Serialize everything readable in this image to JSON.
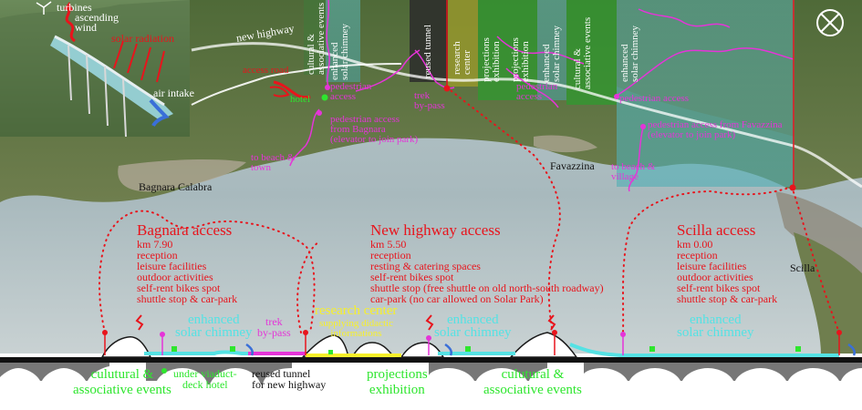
{
  "inset_labels": {
    "turbines": "turbines",
    "ascending_wind": "ascending wind",
    "solar_radiation": "solar radiation",
    "air_intake": "air intake"
  },
  "map_labels": {
    "new_highway": "new highway",
    "access_road": "access road",
    "hotel": "hotel",
    "pedestrian_access_1": "pedestrian\naccess",
    "pedestrian_access_bagnara": "pedestrian access\nfrom Bagnara\n(elevator to join park)",
    "to_beach_town": "to beach &\ntown",
    "trek_bypass": "trek\nby-pass",
    "pedestrian_access_2": "pedestrian\naccess",
    "pedestrian_access_3": "pedestrian access",
    "pedestrian_access_favazzina": "pedestrian access from Favazzina\n(elevator to join park)",
    "to_beach_village": "to beach &\nvillage",
    "bagnara_calabra": "Bagnara Calabra",
    "favazzina": "Favazzina",
    "scilla": "Scilla"
  },
  "zones": [
    "cultural &\nassociative events",
    "enhanced\nsolar chimney",
    "reused tunnel",
    "research\ncenter",
    "projections\nexhibition",
    "projections\nexhibition",
    "enhanced\nsolar chimney",
    "cultural &\nassociative events",
    "enhanced\nsolar chimney"
  ],
  "accesses": {
    "bagnara": {
      "title": "Bagnara access",
      "items": [
        "km 7.90",
        "reception",
        "leisure facilities",
        "outdoor activities",
        "self-rent bikes spot",
        "shuttle stop & car-park"
      ]
    },
    "highway": {
      "title": "New highway access",
      "items": [
        "km 5.50",
        "reception",
        "resting & catering spaces",
        "self-rent bikes spot",
        "shuttle stop (free shuttle on old north-south roadway)",
        "car-park (no car allowed on Solar Park)"
      ]
    },
    "scilla": {
      "title": "Scilla access",
      "items": [
        "km 0.00",
        "reception",
        "leisure facilities",
        "outdoor activities",
        "self-rent bikes spot",
        "shuttle stop & car-park"
      ]
    }
  },
  "section_labels": {
    "enhanced_chimney_1": "enhanced\nsolar chimney",
    "trek_bypass": "trek\nby-pass",
    "research_center": "research center",
    "supplying": "supplying didactic\ninformations",
    "enhanced_chimney_2": "enhanced\nsolar chimney",
    "enhanced_chimney_3": "enhanced\nsolar chimney",
    "cultural_events_1": "culutural &\nassociative events",
    "under_viaduct": "under viaduct-\ndeck hotel",
    "reused_tunnel": "reused tunnel\nfor new highway",
    "projections_exhibition": "projections\nexhibition",
    "cultural_events_2": "culutural &\nassociative events"
  },
  "colors": {
    "access_red": "#e8141c",
    "pedestrian_magenta": "#e534d8",
    "events_green": "#2ee62e",
    "chimney_cyan": "#55e2e4",
    "research_yellow": "#f7f02a",
    "sea": "#a9bcc0"
  },
  "icons": [
    "compass-icon",
    "turbine-icon",
    "wind-arrow-icon",
    "solar-radiation-icon",
    "air-intake-arrow-icon"
  ]
}
